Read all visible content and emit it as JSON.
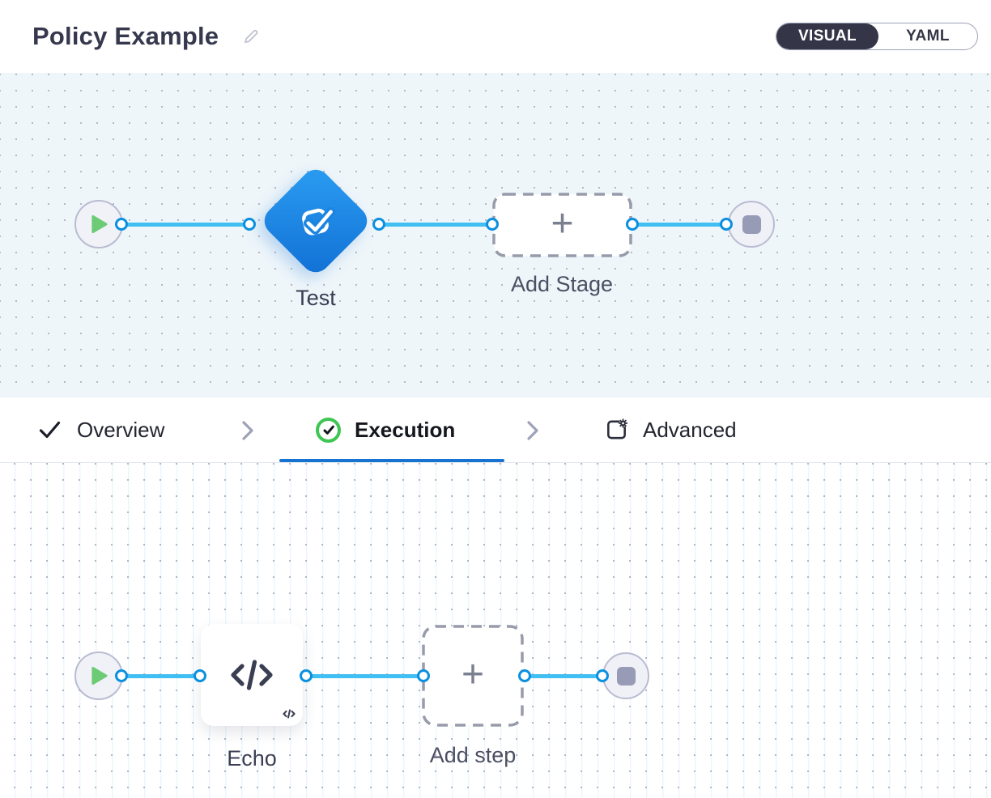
{
  "header": {
    "title": "Policy Example",
    "mode_toggle": {
      "options": [
        "VISUAL",
        "YAML"
      ],
      "selected": "VISUAL"
    }
  },
  "stage_pipeline": {
    "stage_node": {
      "label": "Test",
      "icon": "stage-approval-icon"
    },
    "add_stage": {
      "label": "Add Stage",
      "plus": "+"
    },
    "start_icon": "play-icon",
    "end_icon": "stop-icon"
  },
  "tabs": [
    {
      "label": "Overview",
      "icon": "check-icon",
      "state": "completed"
    },
    {
      "label": "Execution",
      "icon": "check-circle-icon",
      "state": "active"
    },
    {
      "label": "Advanced",
      "icon": "settings-square-icon",
      "state": "default"
    }
  ],
  "step_pipeline": {
    "step_node": {
      "label": "Echo",
      "icon": "code-icon"
    },
    "add_step": {
      "label": "Add step",
      "plus": "+"
    },
    "start_icon": "play-icon",
    "end_icon": "stop-icon"
  },
  "colors": {
    "accent_blue": "#1674d0",
    "edge_blue": "#41bff2",
    "port_blue": "#0b90e0",
    "diamond_gradient_start": "#2b9df2",
    "diamond_gradient_end": "#1170d5",
    "success_green": "#3ec553",
    "play_green": "#6ccb74",
    "toggle_dark": "#343648",
    "stage_canvas_bg": "#eff6fa",
    "grid_dot": "#b4b8c4"
  }
}
